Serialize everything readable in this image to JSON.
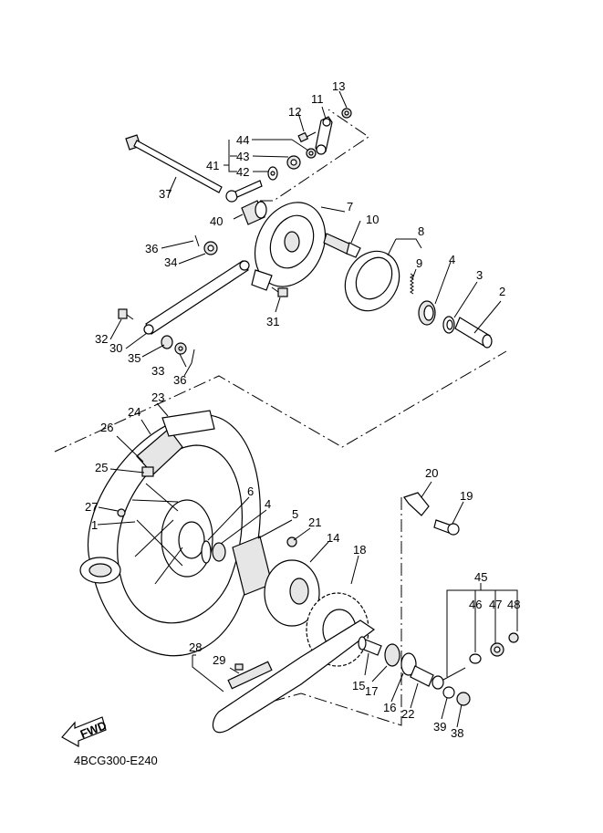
{
  "diagram": {
    "title_code": "4BCG300-E240",
    "fwd_arrow_label": "FWD",
    "callouts": [
      {
        "id": "13",
        "label": "13"
      },
      {
        "id": "11",
        "label": "11"
      },
      {
        "id": "12",
        "label": "12"
      },
      {
        "id": "44",
        "label": "44"
      },
      {
        "id": "43",
        "label": "43"
      },
      {
        "id": "42",
        "label": "42"
      },
      {
        "id": "41",
        "label": "41"
      },
      {
        "id": "37",
        "label": "37"
      },
      {
        "id": "7",
        "label": "7"
      },
      {
        "id": "40",
        "label": "40"
      },
      {
        "id": "10",
        "label": "10"
      },
      {
        "id": "8",
        "label": "8"
      },
      {
        "id": "9",
        "label": "9"
      },
      {
        "id": "36a",
        "label": "36"
      },
      {
        "id": "34",
        "label": "34"
      },
      {
        "id": "4a",
        "label": "4"
      },
      {
        "id": "3",
        "label": "3"
      },
      {
        "id": "2",
        "label": "2"
      },
      {
        "id": "31",
        "label": "31"
      },
      {
        "id": "32",
        "label": "32"
      },
      {
        "id": "30",
        "label": "30"
      },
      {
        "id": "35",
        "label": "35"
      },
      {
        "id": "33",
        "label": "33"
      },
      {
        "id": "36b",
        "label": "36"
      },
      {
        "id": "23",
        "label": "23"
      },
      {
        "id": "24",
        "label": "24"
      },
      {
        "id": "26",
        "label": "26"
      },
      {
        "id": "25",
        "label": "25"
      },
      {
        "id": "27",
        "label": "27"
      },
      {
        "id": "1",
        "label": "1"
      },
      {
        "id": "6",
        "label": "6"
      },
      {
        "id": "4b",
        "label": "4"
      },
      {
        "id": "5",
        "label": "5"
      },
      {
        "id": "21",
        "label": "21"
      },
      {
        "id": "14",
        "label": "14"
      },
      {
        "id": "18",
        "label": "18"
      },
      {
        "id": "20",
        "label": "20"
      },
      {
        "id": "19",
        "label": "19"
      },
      {
        "id": "45",
        "label": "45"
      },
      {
        "id": "46",
        "label": "46"
      },
      {
        "id": "47",
        "label": "47"
      },
      {
        "id": "48",
        "label": "48"
      },
      {
        "id": "28",
        "label": "28"
      },
      {
        "id": "29",
        "label": "29"
      },
      {
        "id": "15",
        "label": "15"
      },
      {
        "id": "17",
        "label": "17"
      },
      {
        "id": "16",
        "label": "16"
      },
      {
        "id": "22",
        "label": "22"
      },
      {
        "id": "39",
        "label": "39"
      },
      {
        "id": "38",
        "label": "38"
      }
    ]
  }
}
